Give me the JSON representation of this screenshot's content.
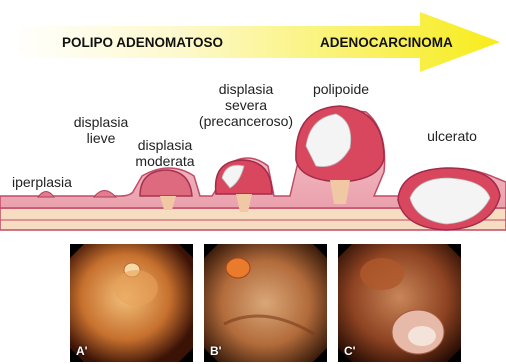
{
  "arrow": {
    "start_label": "POLIPO ADENOMATOSO",
    "end_label": "ADENOCARCINOMA"
  },
  "stages": [
    {
      "id": "iperplasia",
      "lines": [
        "iperplasia"
      ]
    },
    {
      "id": "displasia-lieve",
      "lines": [
        "displasia",
        "lieve"
      ]
    },
    {
      "id": "displasia-moderata",
      "lines": [
        "displasia",
        "moderata"
      ]
    },
    {
      "id": "displasia-severa",
      "lines": [
        "displasia",
        "severa",
        "(precanceroso)"
      ]
    },
    {
      "id": "polipoide",
      "lines": [
        "polipoide"
      ]
    },
    {
      "id": "ulcerato",
      "lines": [
        "ulcerato"
      ]
    }
  ],
  "photos": [
    {
      "id": "a",
      "label": "A'"
    },
    {
      "id": "b",
      "label": "B'"
    },
    {
      "id": "c",
      "label": "C'"
    }
  ],
  "colors": {
    "arrow_start": "#ffffff",
    "arrow_end": "#f7ec1a",
    "mucosa": "#f2b6c0",
    "mucosa_edge": "#c24b66",
    "submucosa": "#f6dcc0",
    "tumor": "#d9475f",
    "necrosis": "#f4f4f4"
  }
}
